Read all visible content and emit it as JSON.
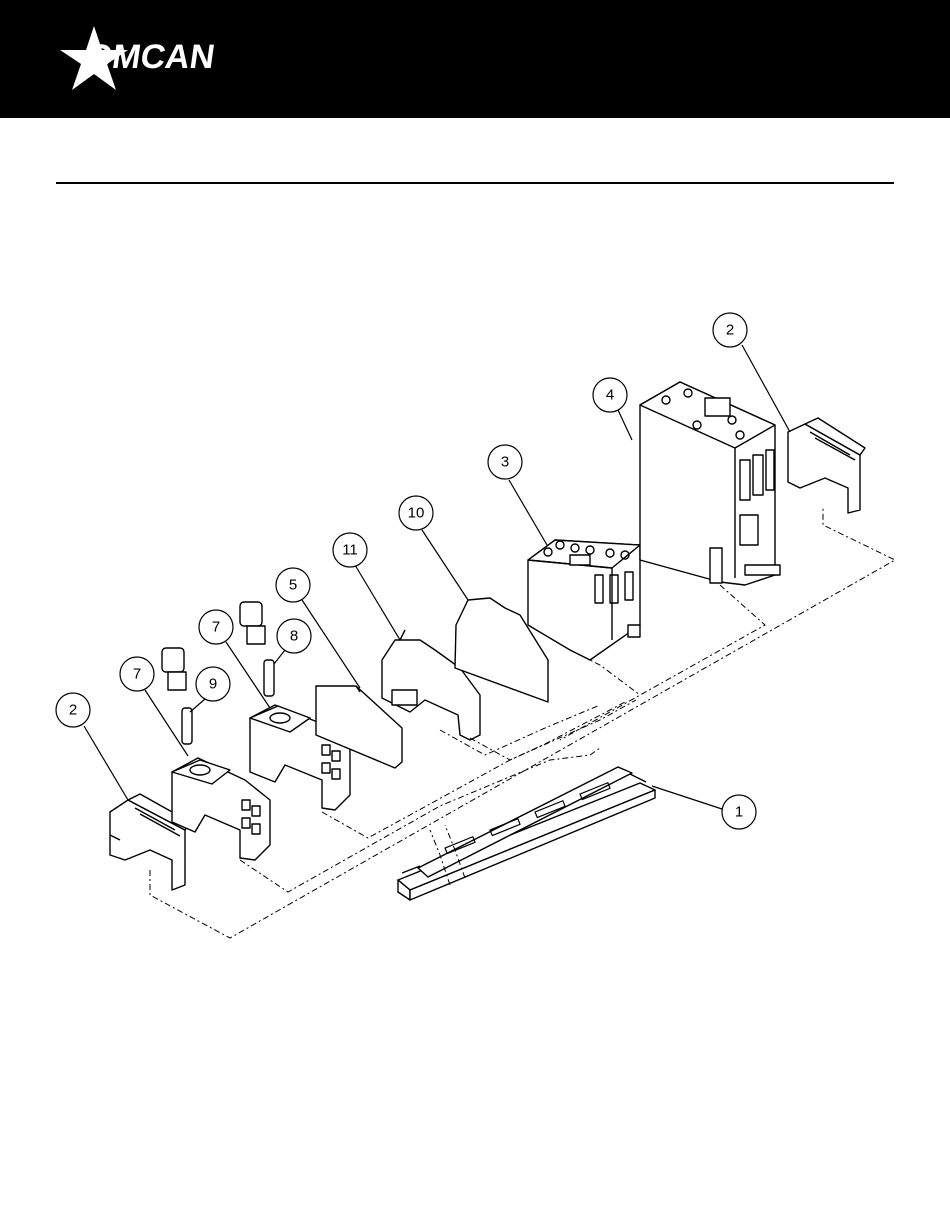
{
  "brand": {
    "name": "OMCAN",
    "logo_icon": "star-icon"
  },
  "diagram": {
    "callouts": [
      {
        "id": "1"
      },
      {
        "id": "2a"
      },
      {
        "id": "2b"
      },
      {
        "id": "3"
      },
      {
        "id": "4"
      },
      {
        "id": "5"
      },
      {
        "id": "7a"
      },
      {
        "id": "7b"
      },
      {
        "id": "8"
      },
      {
        "id": "9"
      },
      {
        "id": "10"
      },
      {
        "id": "11"
      }
    ],
    "labels": {
      "c1": "1",
      "c2a": "2",
      "c2b": "2",
      "c3": "3",
      "c4": "4",
      "c5": "5",
      "c7a": "7",
      "c7b": "7",
      "c8": "8",
      "c9": "9",
      "c10": "10",
      "c11": "11"
    }
  }
}
